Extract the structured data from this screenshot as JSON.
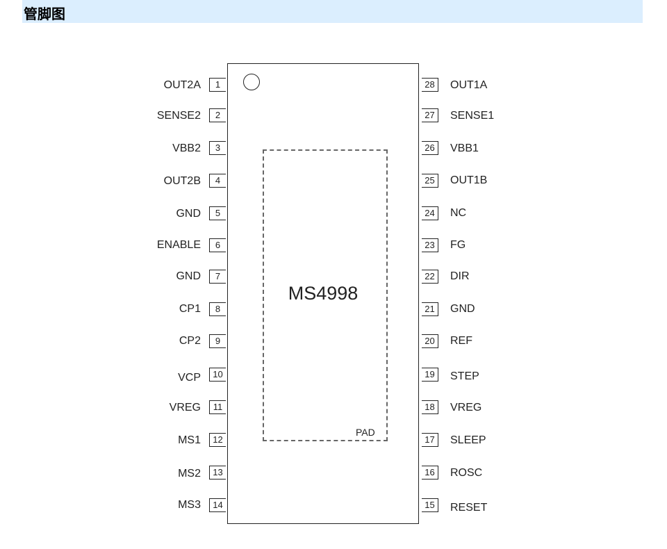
{
  "heading": "管脚图",
  "chip": {
    "name": "MS4998",
    "pad_label": "PAD"
  },
  "left_pins": [
    {
      "number": "1",
      "name": "OUT2A"
    },
    {
      "number": "2",
      "name": "SENSE2"
    },
    {
      "number": "3",
      "name": "VBB2"
    },
    {
      "number": "4",
      "name": "OUT2B"
    },
    {
      "number": "5",
      "name": "GND"
    },
    {
      "number": "6",
      "name": "ENABLE"
    },
    {
      "number": "7",
      "name": "GND"
    },
    {
      "number": "8",
      "name": "CP1"
    },
    {
      "number": "9",
      "name": "CP2"
    },
    {
      "number": "10",
      "name": "VCP"
    },
    {
      "number": "11",
      "name": "VREG"
    },
    {
      "number": "12",
      "name": "MS1"
    },
    {
      "number": "13",
      "name": "MS2"
    },
    {
      "number": "14",
      "name": "MS3"
    }
  ],
  "right_pins": [
    {
      "number": "28",
      "name": "OUT1A"
    },
    {
      "number": "27",
      "name": "SENSE1"
    },
    {
      "number": "26",
      "name": "VBB1"
    },
    {
      "number": "25",
      "name": "OUT1B"
    },
    {
      "number": "24",
      "name": "NC"
    },
    {
      "number": "23",
      "name": "FG"
    },
    {
      "number": "22",
      "name": "DIR"
    },
    {
      "number": "21",
      "name": "GND"
    },
    {
      "number": "20",
      "name": "REF"
    },
    {
      "number": "19",
      "name": "STEP"
    },
    {
      "number": "18",
      "name": "VREG"
    },
    {
      "number": "17",
      "name": "SLEEP"
    },
    {
      "number": "16",
      "name": "ROSC"
    },
    {
      "number": "15",
      "name": "RESET"
    }
  ]
}
